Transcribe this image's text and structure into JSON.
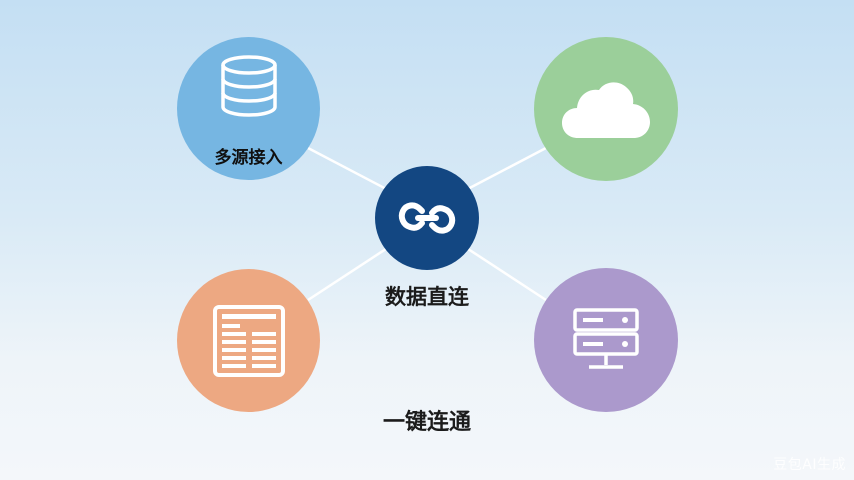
{
  "nodes": {
    "db": {
      "label": "多源接入",
      "color": "#76b6e2",
      "icon": "database-icon"
    },
    "cloud": {
      "color": "#9bcf9a",
      "icon": "cloud-icon"
    },
    "table": {
      "color": "#eda882",
      "icon": "spreadsheet-icon"
    },
    "server": {
      "color": "#ab99cc",
      "icon": "server-icon"
    },
    "center": {
      "label": "数据直连",
      "color": "#134782",
      "icon": "link-icon"
    }
  },
  "caption": "一键连通",
  "watermark": "豆包AI生成"
}
